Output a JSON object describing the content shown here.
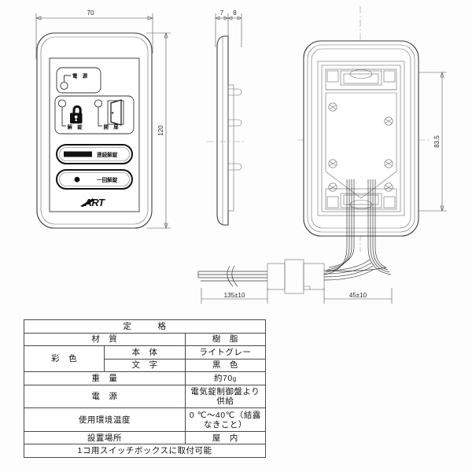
{
  "document": {
    "title": "",
    "type": "technical-drawing"
  },
  "dimensions": {
    "front_width": "70",
    "front_height": "120",
    "side_thickness_a": "7",
    "side_thickness_b": "8",
    "rear_height": "83.5",
    "cable_left": "135±10",
    "cable_right": "45±10"
  },
  "device_panel": {
    "indicator_power_label": "電　源",
    "indicator_unlock_label": "解　錠",
    "indicator_door_label": "開　扉",
    "button_continuous_label": "連続解錠",
    "button_single_label": "一回解錠",
    "brand_logo": "ART",
    "icon_unlock": "padlock-open-icon",
    "icon_door": "open-door-icon"
  },
  "spec_table": {
    "header": "定　　　格",
    "rows": [
      {
        "label": "材　質",
        "sublabel": "",
        "value": "樹　脂"
      },
      {
        "label": "彩　色",
        "sublabel": "本　体",
        "value": "ライトグレー"
      },
      {
        "label": "",
        "sublabel": "文　字",
        "value": "黒　色"
      },
      {
        "label": "重　量",
        "sublabel": "",
        "value": "約70 g"
      },
      {
        "label": "電　源",
        "sublabel": "",
        "value": "電気錠制御盤より供給"
      },
      {
        "label": "使用環境温度",
        "sublabel": "",
        "value": "0 ℃～40℃（結露なきこと）"
      },
      {
        "label": "設置場所",
        "sublabel": "",
        "value": "屋　内"
      }
    ],
    "footer": "1コ用スイッチボックスに取付可能",
    "weight_value_main": "約70",
    "weight_value_unit": "g"
  },
  "views": {
    "front_view": "front-elevation",
    "side_view": "side-elevation",
    "rear_view": "rear-elevation"
  },
  "colors": {
    "line": "#4d4d4d",
    "body_line": "#3f3f3f",
    "background": "#ffffff",
    "text": "#111111"
  }
}
